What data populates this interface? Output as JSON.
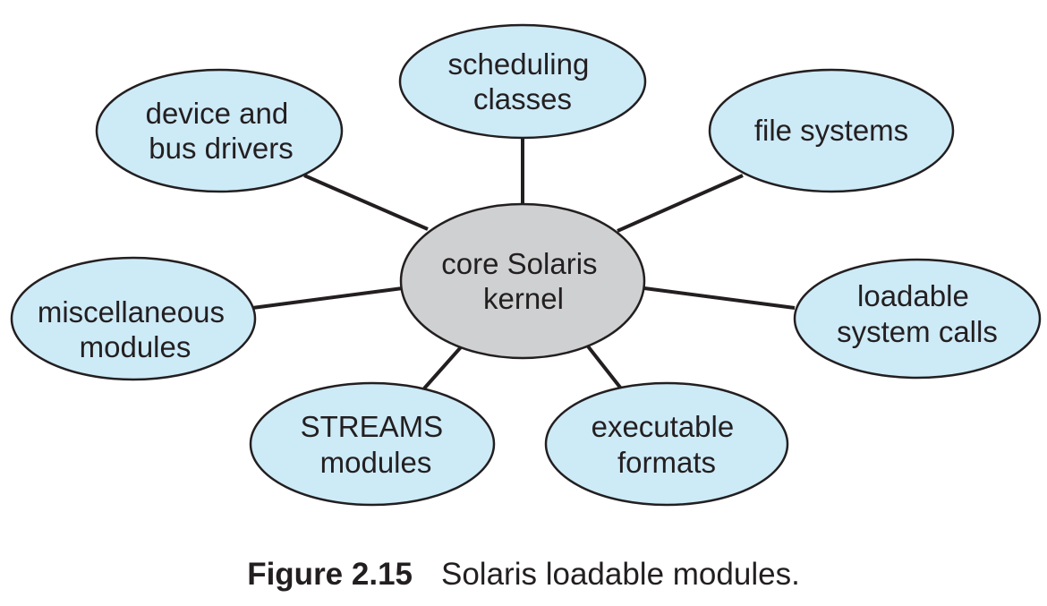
{
  "colors": {
    "module_fill": "#cdeaf7",
    "core_fill": "#cfd0d1",
    "stroke": "#231f20"
  },
  "core": {
    "lines": [
      "core Solaris",
      "kernel"
    ]
  },
  "modules": [
    {
      "id": "scheduling-classes",
      "lines": [
        "scheduling",
        "classes"
      ]
    },
    {
      "id": "device-and-bus-drivers",
      "lines": [
        "device and",
        "bus drivers"
      ]
    },
    {
      "id": "file-systems",
      "lines": [
        "file systems"
      ]
    },
    {
      "id": "miscellaneous-modules",
      "lines": [
        "miscellaneous",
        "modules"
      ]
    },
    {
      "id": "loadable-system-calls",
      "lines": [
        "loadable",
        "system calls"
      ]
    },
    {
      "id": "streams-modules",
      "lines": [
        "STREAMS",
        "modules"
      ]
    },
    {
      "id": "executable-formats",
      "lines": [
        "executable",
        "formats"
      ]
    }
  ],
  "caption": {
    "number": "Figure 2.15",
    "text": "Solaris loadable modules."
  }
}
